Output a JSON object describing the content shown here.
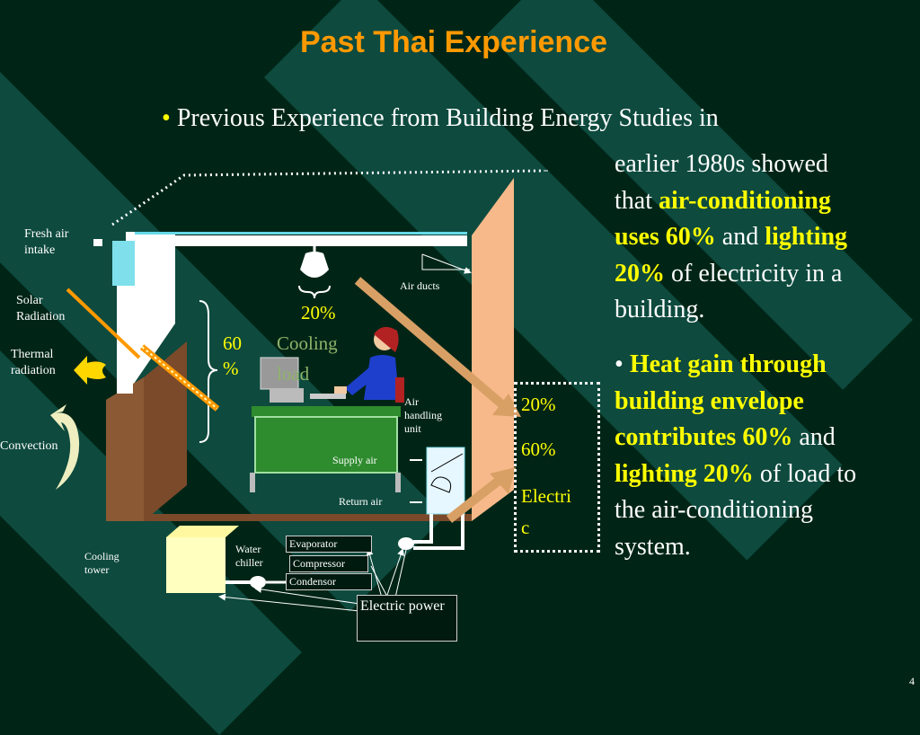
{
  "slide": {
    "title": "Past Thai Experience",
    "bullet1_line1": "Previous Experience from Building Energy Studies in",
    "bullet1_rest": {
      "l1": "earlier 1980s showed",
      "l2_pre": "that ",
      "l2_bold": "air-conditioning",
      "l3_bold": "uses 60%",
      "l3_mid": " and ",
      "l3_bold2": "lighting",
      "l4_bold": "20%",
      "l4_post": " of electricity in a",
      "l5": "building."
    },
    "bullet2": {
      "l1_bold": "Heat gain through",
      "l2_bold": "building envelope",
      "l3_bold": "contributes 60%",
      "l3_post": " and",
      "l4_bold": "lighting 20%",
      "l4_post": " of load to",
      "l5": "the air-conditioning",
      "l6": "system."
    },
    "bullet_char": "•",
    "page_number": "4"
  },
  "diagram": {
    "labels": {
      "fresh_air": "Fresh air intake",
      "solar": "Solar Radiation",
      "thermal": "Thermal radiation",
      "convection": "Convection",
      "air_ducts": "Air ducts",
      "pct_20_left": "20%",
      "pct_60_left_a": "60",
      "pct_60_left_b": "%",
      "cooling_load_a": "Cooling",
      "cooling_load_b": "load",
      "ahu": "Air handling unit",
      "supply_air": "Supply air",
      "return_air": "Return air",
      "cooling_tower": "Cooling tower",
      "water_chiller": "Water chiller",
      "evaporator": "Evaporator",
      "compressor": "Compressor",
      "condensor": "Condensor",
      "electric_power": "Electric power"
    },
    "legend": {
      "pct20": "20%",
      "pct60": "60%",
      "electric_a": "Electri",
      "electric_b": "c"
    }
  },
  "colors": {
    "background": "#002516",
    "stripe": "#0e4a3e",
    "title": "#ff9900",
    "highlight": "#ffff00",
    "wall_brown": "#7a4a2a",
    "wall_peach": "#f7b98a",
    "desk_green": "#2e8b2e",
    "tower_yellow": "#ffffc0",
    "arrow_tan": "#d9a066"
  }
}
